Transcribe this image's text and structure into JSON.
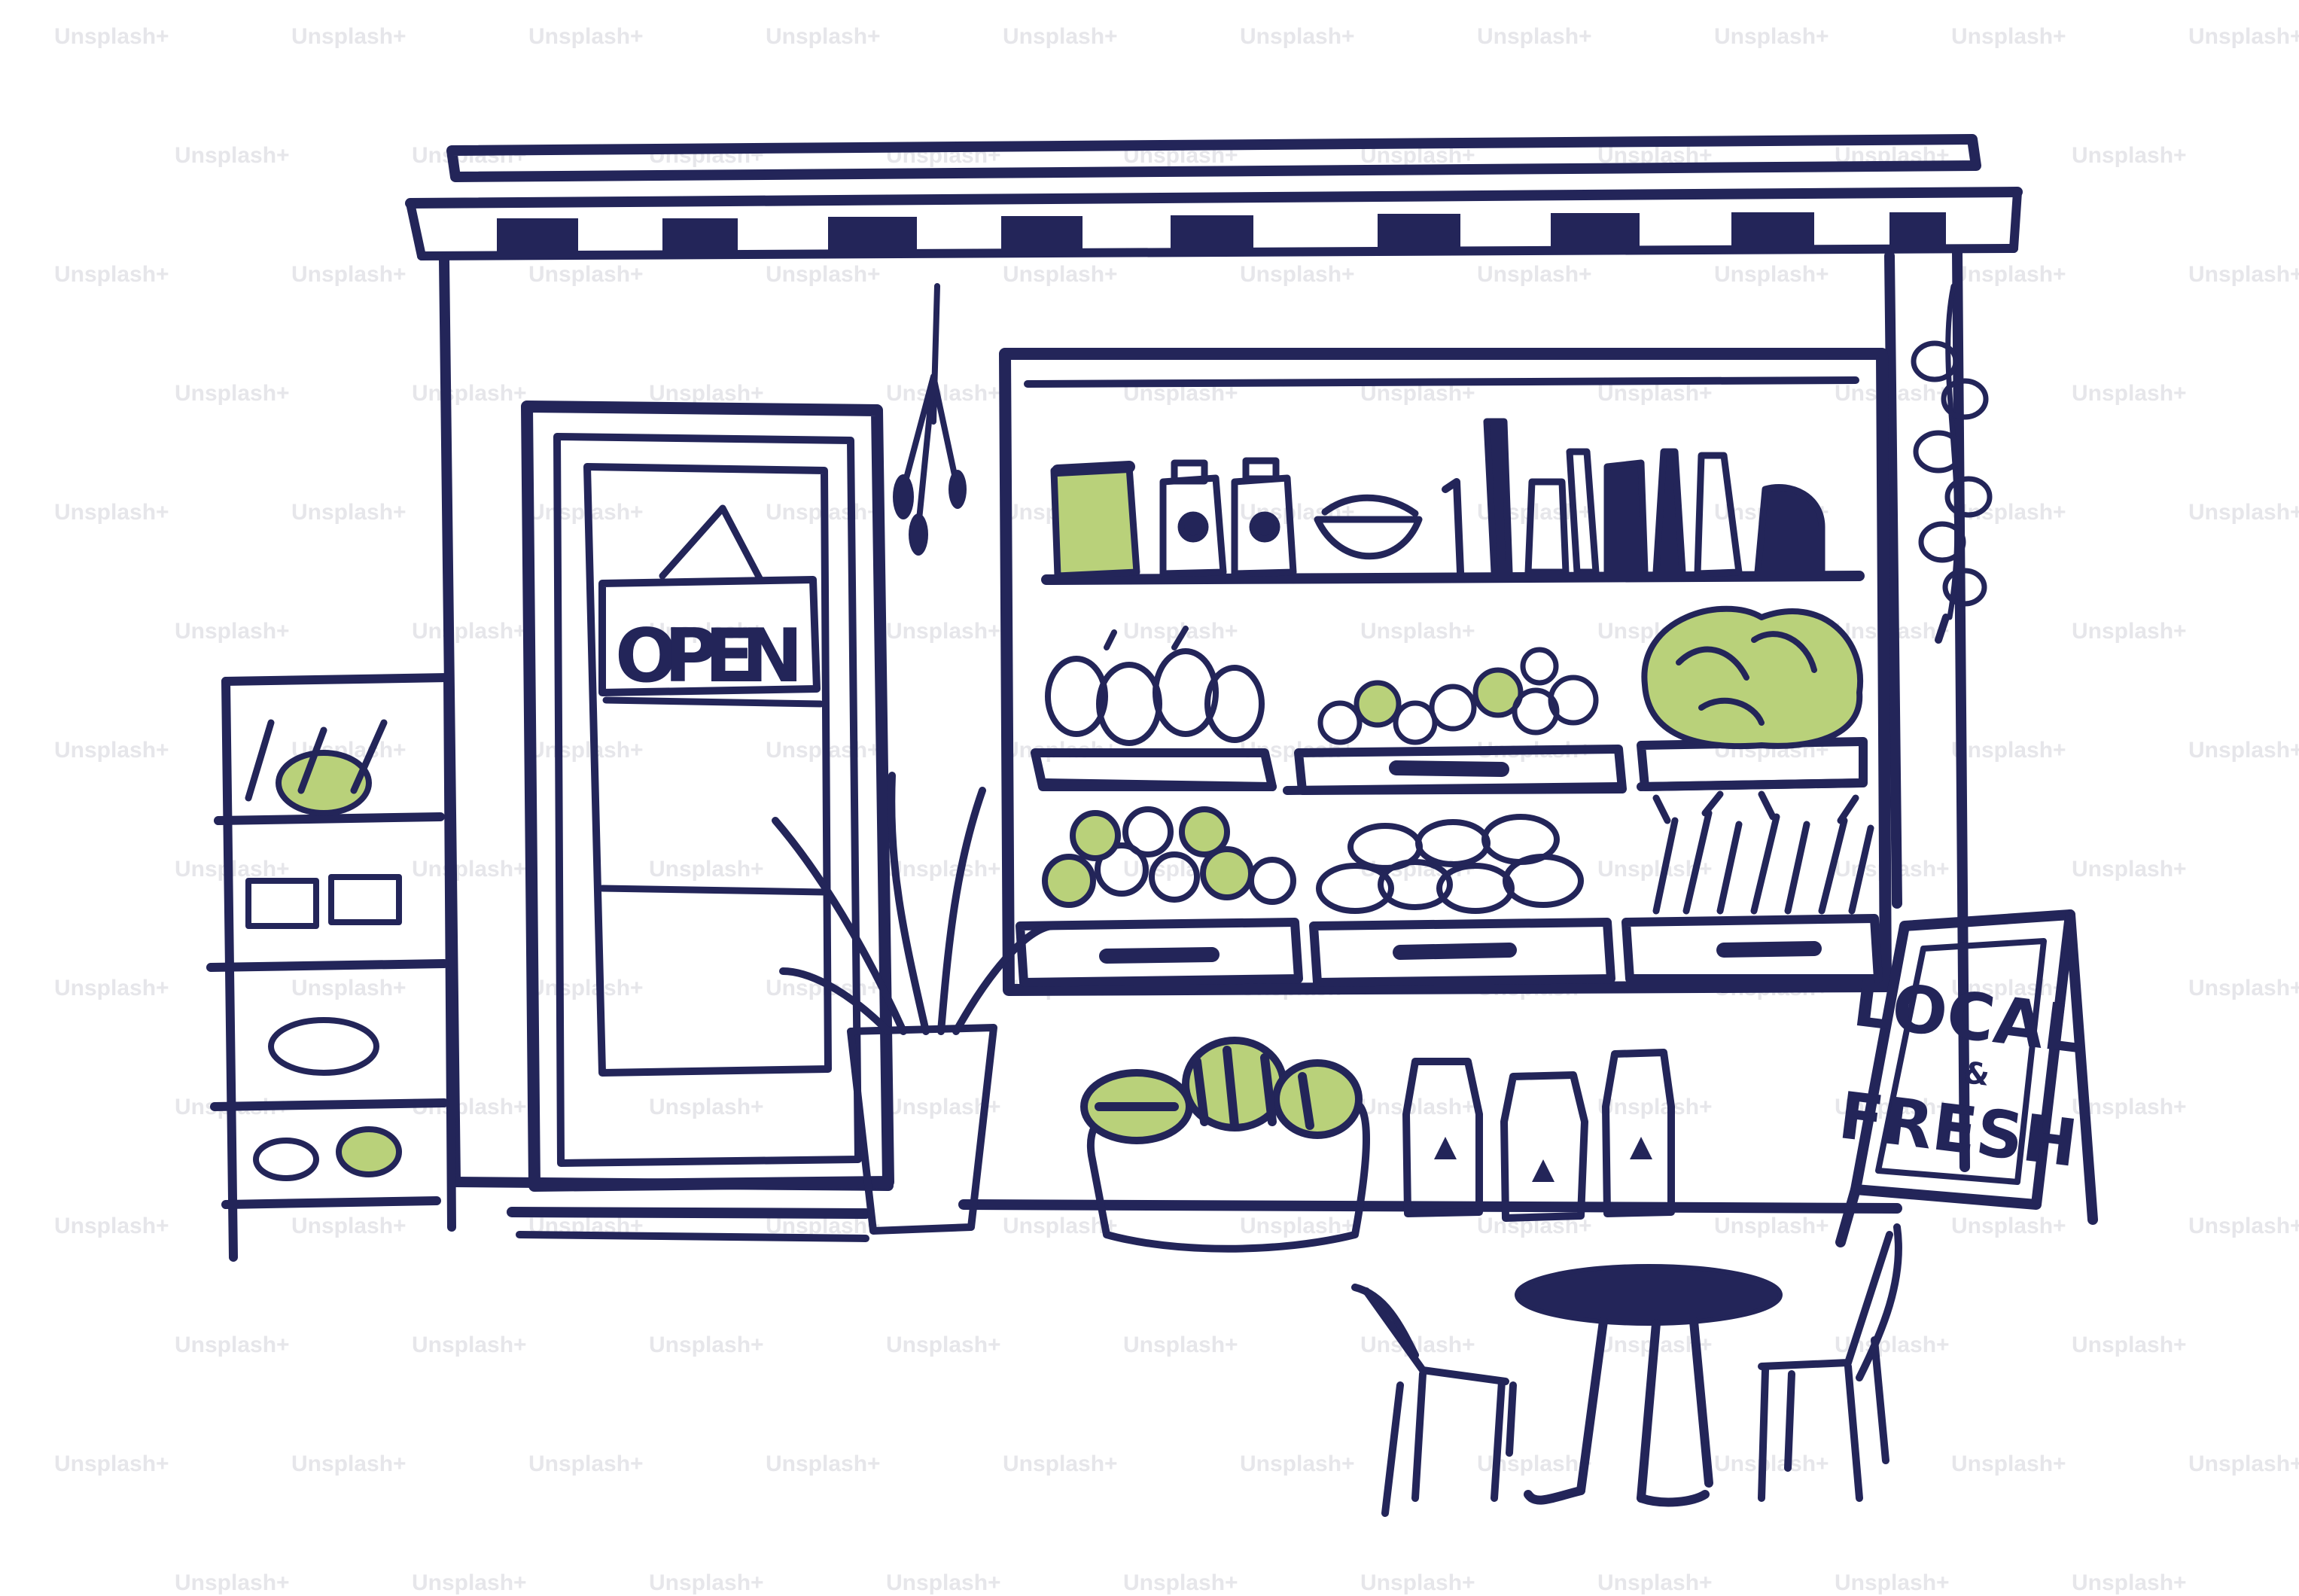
{
  "image": {
    "kind": "hand-drawn ink illustration",
    "subject": "shop-front",
    "ink_color": "#232559",
    "accent_color": "#b9d17a",
    "background": "#ffffff"
  },
  "door_sign": {
    "text": "OPEN"
  },
  "sandwich_board": {
    "line1": "LOCAL",
    "line2": "&",
    "line3": "FRESH"
  },
  "watermark": {
    "text": "Unsplash+",
    "color": "#e6e6ea"
  }
}
